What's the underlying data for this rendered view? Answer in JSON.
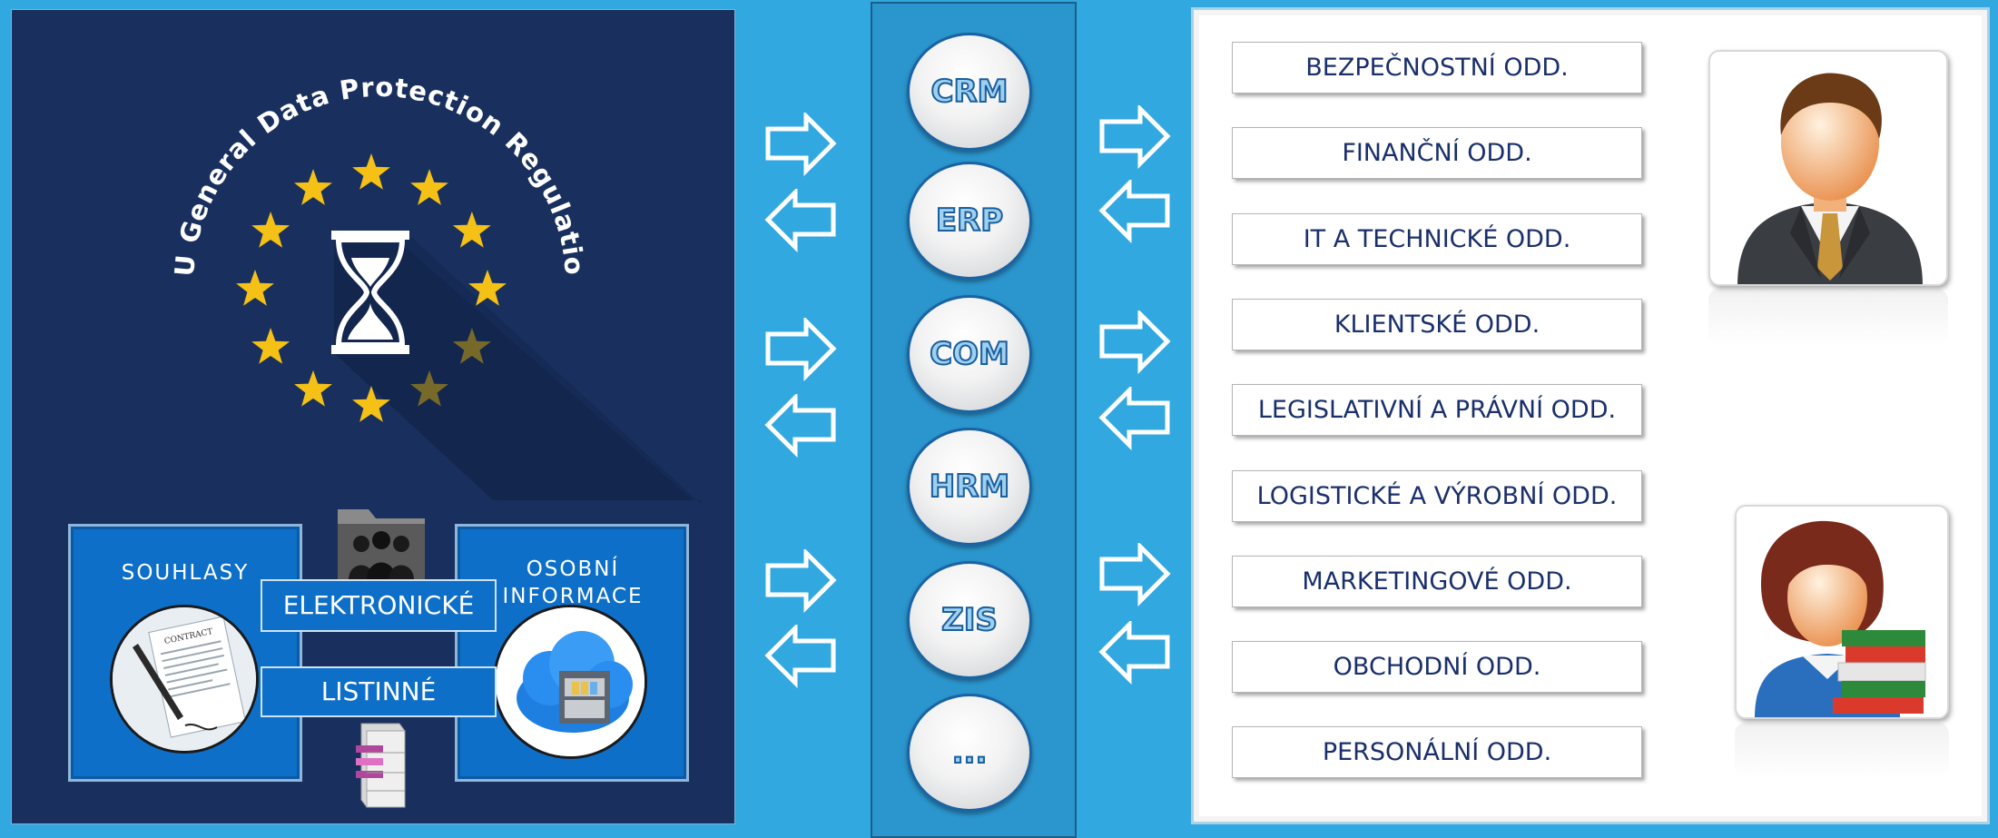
{
  "gdpr": {
    "title": "EU General Data Protection Regulation",
    "consents_label": "SOUHLASY",
    "personal_info_label": "OSOBNÍ INFORMACE",
    "electronic_label": "ELEKTRONICKÉ",
    "paper_label": "LISTINNÉ",
    "contract_caption": "CONTRACT"
  },
  "systems": [
    {
      "label": "CRM"
    },
    {
      "label": "ERP"
    },
    {
      "label": "COM"
    },
    {
      "label": "HRM"
    },
    {
      "label": "ZIS"
    },
    {
      "label": "..."
    }
  ],
  "departments": [
    "BEZPEČNOSTNÍ ODD.",
    "FINANČNÍ ODD.",
    "IT A TECHNICKÉ ODD.",
    "KLIENTSKÉ ODD.",
    "LEGISLATIVNÍ A PRÁVNÍ ODD.",
    "LOGISTICKÉ A VÝROBNÍ ODD.",
    "MARKETINGOVÉ ODD.",
    "OBCHODNÍ ODD.",
    "PERSONÁLNÍ ODD."
  ],
  "colors": {
    "background": "#32a8e0",
    "panel_navy": "#19305e",
    "star_gold": "#f5c116",
    "box_blue": "#0d6fc8",
    "dept_text": "#1a2f6b"
  },
  "icons": [
    "hourglass-icon",
    "star-icon",
    "folder-people-icon",
    "file-cabinet-icon",
    "contract-pen-icon",
    "cloud-archive-icon",
    "arrow-right-icon",
    "arrow-left-icon",
    "businessman-icon",
    "teacher-icon"
  ]
}
